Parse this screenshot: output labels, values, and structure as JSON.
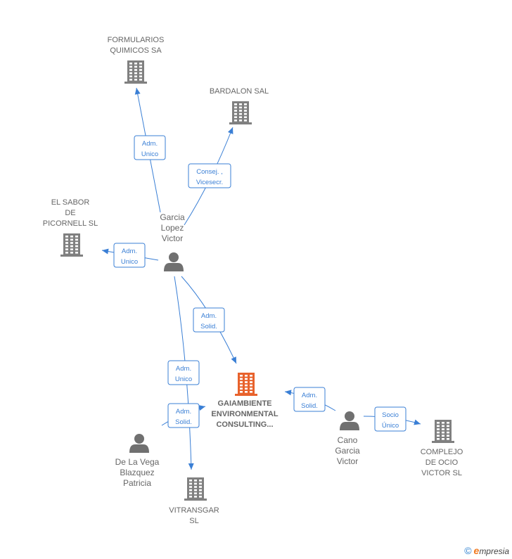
{
  "colors": {
    "edge": "#3a7fd5",
    "building": "#808080",
    "building_main": "#e8622c",
    "person": "#707070"
  },
  "nodes": [
    {
      "id": "formularios",
      "type": "company",
      "lines": [
        "FORMULARIOS",
        "QUIMICOS SA"
      ]
    },
    {
      "id": "bardalon",
      "type": "company",
      "lines": [
        "BARDALON SAL"
      ]
    },
    {
      "id": "elsabor",
      "type": "company",
      "lines": [
        "EL SABOR",
        "DE",
        "PICORNELL SL"
      ]
    },
    {
      "id": "garcia",
      "type": "person",
      "lines": [
        "Garcia",
        "Lopez",
        "Victor"
      ]
    },
    {
      "id": "gaiambiente",
      "type": "company-main",
      "lines": [
        "GAIAMBIENTE",
        "ENVIRONMENTAL",
        "CONSULTING..."
      ]
    },
    {
      "id": "cano",
      "type": "person",
      "lines": [
        "Cano",
        "Garcia",
        "Victor"
      ]
    },
    {
      "id": "complejo",
      "type": "company",
      "lines": [
        "COMPLEJO",
        "DE OCIO",
        "VICTOR SL"
      ]
    },
    {
      "id": "delavega",
      "type": "person",
      "lines": [
        "De La Vega",
        "Blazquez",
        "Patricia"
      ]
    },
    {
      "id": "vitransgar",
      "type": "company",
      "lines": [
        "VITRANSGAR",
        "SL"
      ]
    }
  ],
  "edges": [
    {
      "id": "e1",
      "from": "garcia",
      "to": "formularios",
      "label": [
        "Adm.",
        "Unico"
      ]
    },
    {
      "id": "e2",
      "from": "garcia",
      "to": "bardalon",
      "label": [
        "Consej. ,",
        "Vicesecr."
      ]
    },
    {
      "id": "e3",
      "from": "garcia",
      "to": "elsabor",
      "label": [
        "Adm.",
        "Unico"
      ]
    },
    {
      "id": "e4",
      "from": "garcia",
      "to": "gaiambiente",
      "label": [
        "Adm.",
        "Solid."
      ]
    },
    {
      "id": "e5",
      "from": "garcia",
      "to": "vitransgar",
      "label": [
        "Adm.",
        "Unico"
      ]
    },
    {
      "id": "e6",
      "from": "delavega",
      "to": "gaiambiente",
      "label": [
        "Adm.",
        "Solid."
      ]
    },
    {
      "id": "e7",
      "from": "cano",
      "to": "gaiambiente",
      "label": [
        "Adm.",
        "Solid."
      ]
    },
    {
      "id": "e8",
      "from": "cano",
      "to": "complejo",
      "label": [
        "Socio",
        "Único"
      ]
    }
  ],
  "footer": {
    "copyright": "©",
    "brand_e": "e",
    "brand_rest": "mpresia"
  }
}
